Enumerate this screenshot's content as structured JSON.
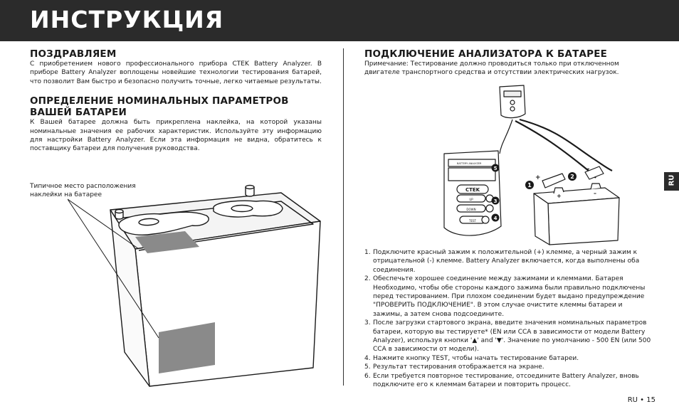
{
  "header": {
    "title": "ИНСТРУКЦИЯ"
  },
  "left": {
    "congrats_title": "ПОЗДРАВЛЯЕМ",
    "congrats_text": "С приобретением нового профессионального прибора CTEK Battery Analyzer. В приборе Battery Analyzer воплощены новейшие технологии тестирования батарей, что позволит Вам быстро и безопасно получить точные, легко читаемые результаты.",
    "params_title_1": "ОПРЕДЕЛЕНИЕ НОМИНАЛЬНЫХ ПАРАМЕТРОВ",
    "params_title_2": "ВАШЕЙ БАТАРЕИ",
    "params_text": "К Вашей батарее должна быть прикреплена наклейка, на которой указаны номинальные значения ее рабочих характеристик. Используйте эту информацию для настройки Battery Analyzer. Если эта информация не видна, обратитесь к поставщику батареи для получения руководства.",
    "callout_1": "Типичное место расположения",
    "callout_2": "наклейки на батарее"
  },
  "right": {
    "connect_title": "ПОДКЛЮЧЕНИЕ АНАЛИЗАТОРА К БАТАРЕЕ",
    "note": "Примечание: Тестирование должно проводиться только при отключенном двигателе транспортного средства и отсутствии электрических нагрузок.",
    "device": {
      "label": "BATTERY ANALYZER",
      "brand": "CTEK",
      "btn_up": "UP",
      "btn_down": "DOWN",
      "btn_test": "TEST",
      "callout_5": "5",
      "callout_3": "3",
      "callout_4": "4",
      "callout_1": "1",
      "callout_2": "2",
      "plus": "+",
      "minus": "–"
    },
    "steps": [
      {
        "n": "1.",
        "text": "Подключите красный зажим к положительной (+) клемме, а черный зажим к отрицательной (-) клемме. Battery Analyzer включается, когда выполнены оба соединения."
      },
      {
        "n": "2.",
        "text": "Обеспечьте хорошее соединение между зажимами и клеммами. Батарея Необходимо, чтобы обе стороны каждого зажима были правильно подключены перед тестированием. При плохом соединении будет выдано предупреждение \"ПРОВЕРИТЬ ПОДКЛЮЧЕНИЕ\". В этом случае очистите клеммы батареи и зажимы, а затем снова подсоедините."
      },
      {
        "n": "3.",
        "text": "После загрузки стартового экрана, введите значения номинальных параметров батареи, которую вы тестируете* (EN или CCA в зависимости от модели Battery Analyzer), используя кнопки '▲' and '▼'. Значение по умолчанию - 500 EN (или 500 CCA в зависимости от модели)."
      },
      {
        "n": "4.",
        "text": "Нажмите кнопку TEST, чтобы начать тестирование батареи."
      },
      {
        "n": "5.",
        "text": "Результат тестирования отображается на экране."
      },
      {
        "n": "6.",
        "text": "Если требуется повторное тестирование, отсоедините Battery Analyzer, вновь подключите его к клеммам батареи и повторить процесс."
      }
    ]
  },
  "side_tab": "RU",
  "footer": {
    "lang": "RU",
    "sep": "•",
    "page": "15"
  }
}
